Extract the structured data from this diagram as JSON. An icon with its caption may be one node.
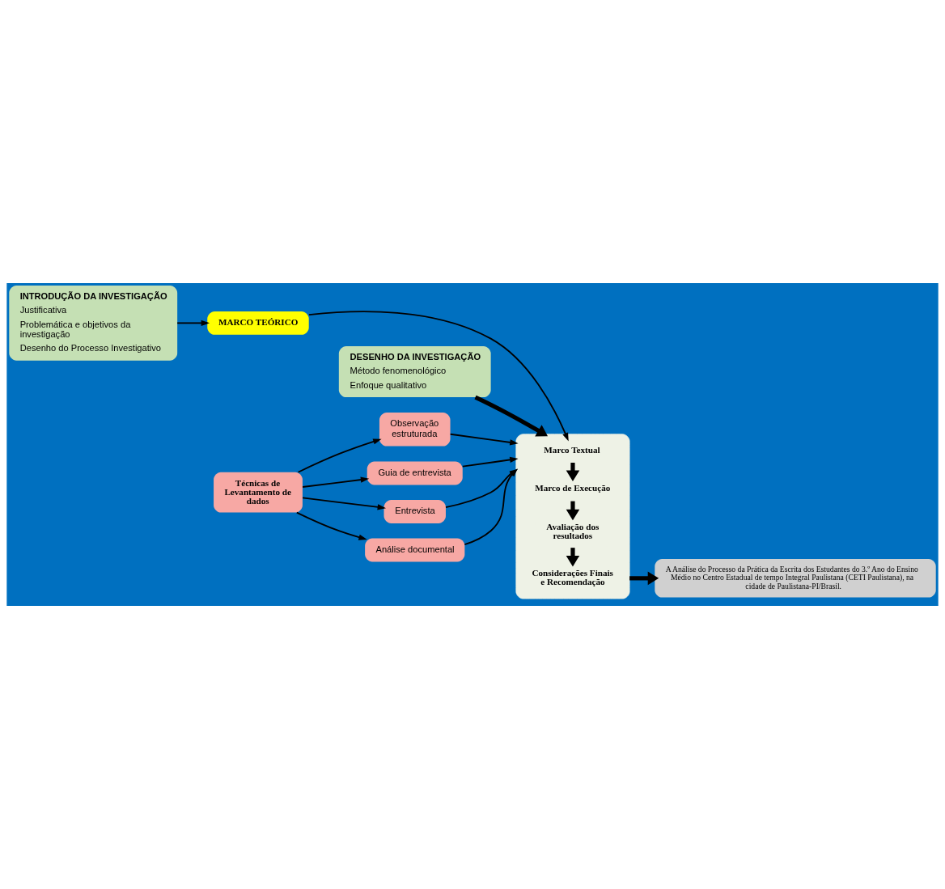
{
  "diagram": {
    "nodes": [
      {
        "text": [
          "INTRODUÇÃO DA INVESTIGAÇÃO",
          "Justificativa",
          "Problemática e objetivos da investigação",
          "Desenho do Processo Investigativo"
        ]
      },
      {
        "text": [
          "DESENHO DA INVESTIGAÇÃO",
          "Método fenomenológico",
          "Enfoque qualitativo"
        ]
      },
      {
        "text": [],
        "shape": "box"
      },
      {
        "text": [
          "Marco Textual"
        ],
        "in": 2
      },
      {
        "text": [
          "Marco de Execução"
        ],
        "in": 2
      },
      {
        "text": [
          "Avaliação dos resultados"
        ],
        "in": 2
      },
      {
        "text": [
          "Considerações Finais e Recomendação"
        ],
        "in": 2
      },
      {
        "text": [
          "Técnicas de Levantamento de dados"
        ]
      },
      {
        "text": [
          "Observação estruturada"
        ]
      },
      {
        "text": [
          "Guia de entrevista"
        ]
      },
      {
        "text": [
          "Entrevista"
        ]
      },
      {
        "text": [
          "Análise documental"
        ]
      },
      {
        "text": [
          "MARCO TEÓRICO"
        ]
      },
      {
        "text": [
          "A Análise do Processo da Prática da Escrita dos Estudantes do 3.º Ano do Ensino Médio no Centro Estadual de tempo Integral Paulistana (CETI Paulistana), na cidade de Paulistana-PI/Brasil."
        ]
      }
    ],
    "edges": [
      {
        "from": 0,
        "to": 12,
        "arrow": "to"
      },
      {
        "from": 1,
        "to": 2,
        "arrow": "to",
        "style": "thick"
      },
      {
        "from": 3,
        "to": 4,
        "arrow": "to",
        "style": "thick"
      },
      {
        "from": 4,
        "to": 5,
        "arrow": "to",
        "style": "thick"
      },
      {
        "from": 5,
        "to": 6,
        "arrow": "to",
        "style": "thick"
      },
      {
        "from": 7,
        "to": 8,
        "arrow": "to"
      },
      {
        "from": 7,
        "to": 9,
        "arrow": "to"
      },
      {
        "from": 7,
        "to": 10,
        "arrow": "to"
      },
      {
        "from": 7,
        "to": 11,
        "arrow": "to"
      },
      {
        "from": 8,
        "to": 2,
        "arrow": "to"
      },
      {
        "from": 9,
        "to": 2,
        "arrow": "to"
      },
      {
        "from": 10,
        "to": 2,
        "arrow": "to"
      },
      {
        "from": 11,
        "to": 2,
        "arrow": "to"
      },
      {
        "from": 12,
        "to": 2,
        "arrow": "to"
      },
      {
        "from": 2,
        "to": 13,
        "arrow": "to",
        "style": "thick"
      }
    ]
  }
}
